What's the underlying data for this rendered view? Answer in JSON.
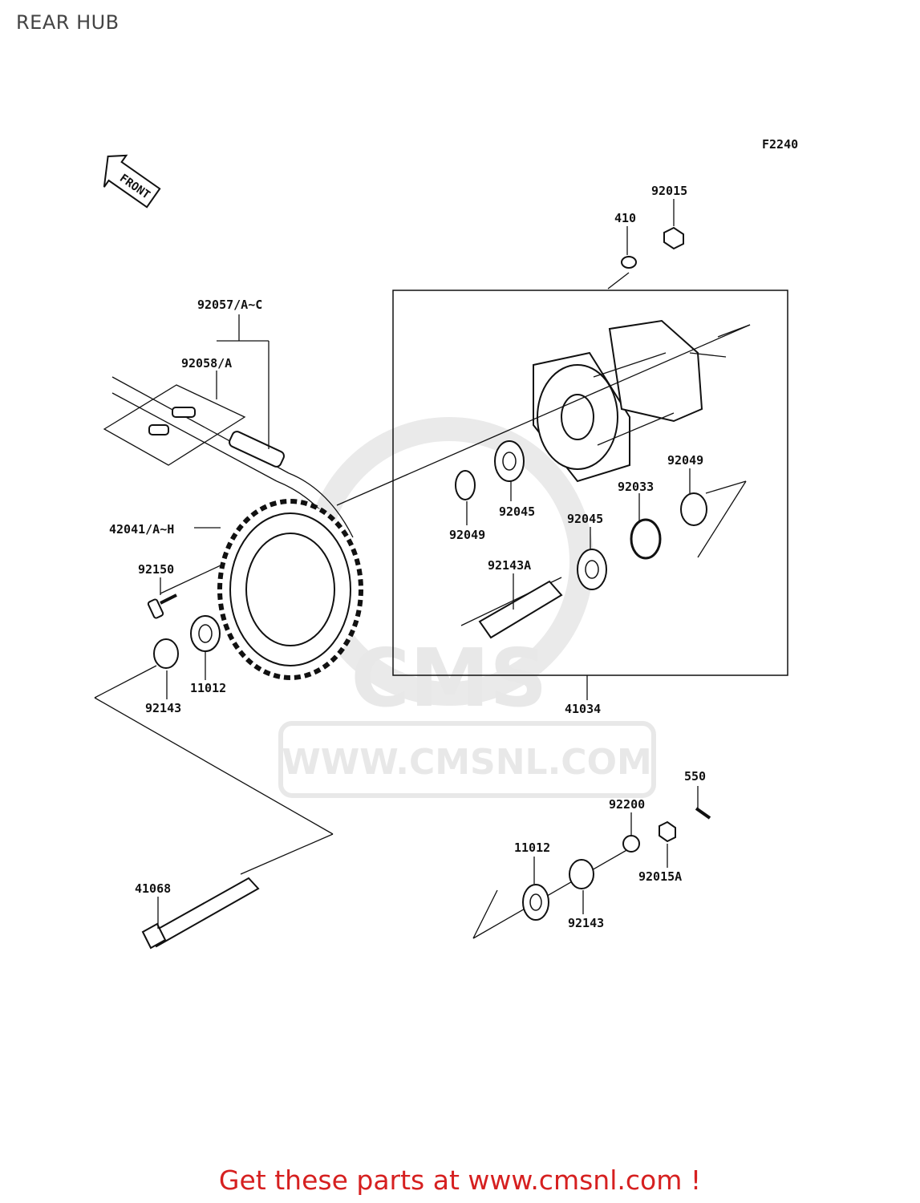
{
  "page_title": "REAR HUB",
  "figure_ref": "F2240",
  "front_marker": "FRONT",
  "watermark": {
    "brand": "CMS",
    "url": "WWW.CMSNL.COM"
  },
  "footer_cta": "Get these parts at www.cmsnl.com !",
  "callouts": {
    "p92015": "92015",
    "p410": "410",
    "p92057": "92057/A~C",
    "p92058": "92058/A",
    "p42041": "42041/A~H",
    "p92150": "92150",
    "p92049a": "92049",
    "p92045a": "92045",
    "p92049b": "92049",
    "p92033": "92033",
    "p92045b": "92045",
    "p92143A": "92143A",
    "p11012a": "11012",
    "p92143a": "92143",
    "p41034": "41034",
    "p550": "550",
    "p92200": "92200",
    "p11012b": "11012",
    "p92015A": "92015A",
    "p92143b": "92143",
    "p41068": "41068"
  }
}
